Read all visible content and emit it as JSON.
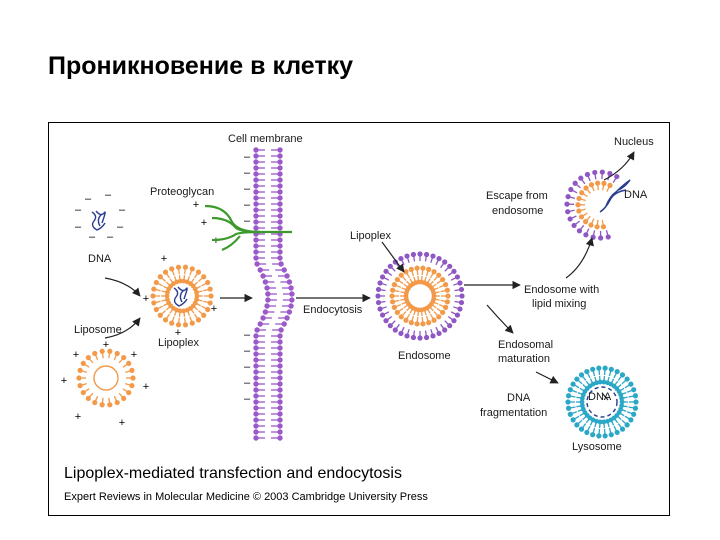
{
  "slide": {
    "title": "Проникновение в клетку"
  },
  "figure": {
    "labels": {
      "cell_membrane": "Cell membrane",
      "proteoglycan": "Proteoglycan",
      "dna_left": "DNA",
      "liposome": "Liposome",
      "lipoplex_left": "Lipoplex",
      "endocytosis": "Endocytosis",
      "lipoplex_right": "Lipoplex",
      "endosome": "Endosome",
      "nucleus": "Nucleus",
      "escape_line1": "Escape from",
      "escape_line2": "endosome",
      "dna_escape": "DNA",
      "lipid_mix_line1": "Endosome with",
      "lipid_mix_line2": "lipid mixing",
      "maturation_line1": "Endosomal",
      "maturation_line2": "maturation",
      "fragmentation_line1": "DNA",
      "fragmentation_line2": "fragmentation",
      "dna_lysosome": "DNA",
      "lysosome": "Lysosome"
    },
    "signs": {
      "plus": "+",
      "minus": "–"
    },
    "caption": "Lipoplex-mediated transfection and endocytosis",
    "credit": "Expert Reviews in Molecular Medicine © 2003 Cambridge University Press"
  },
  "colors": {
    "membrane": "#9b59c9",
    "liposome": "#f39a4a",
    "endosome_outer": "#8e57c4",
    "lysosome": "#2ba7c7",
    "proteoglycan": "#3a9a2a",
    "dna": "#2a3d8f",
    "arrow": "#222222"
  }
}
